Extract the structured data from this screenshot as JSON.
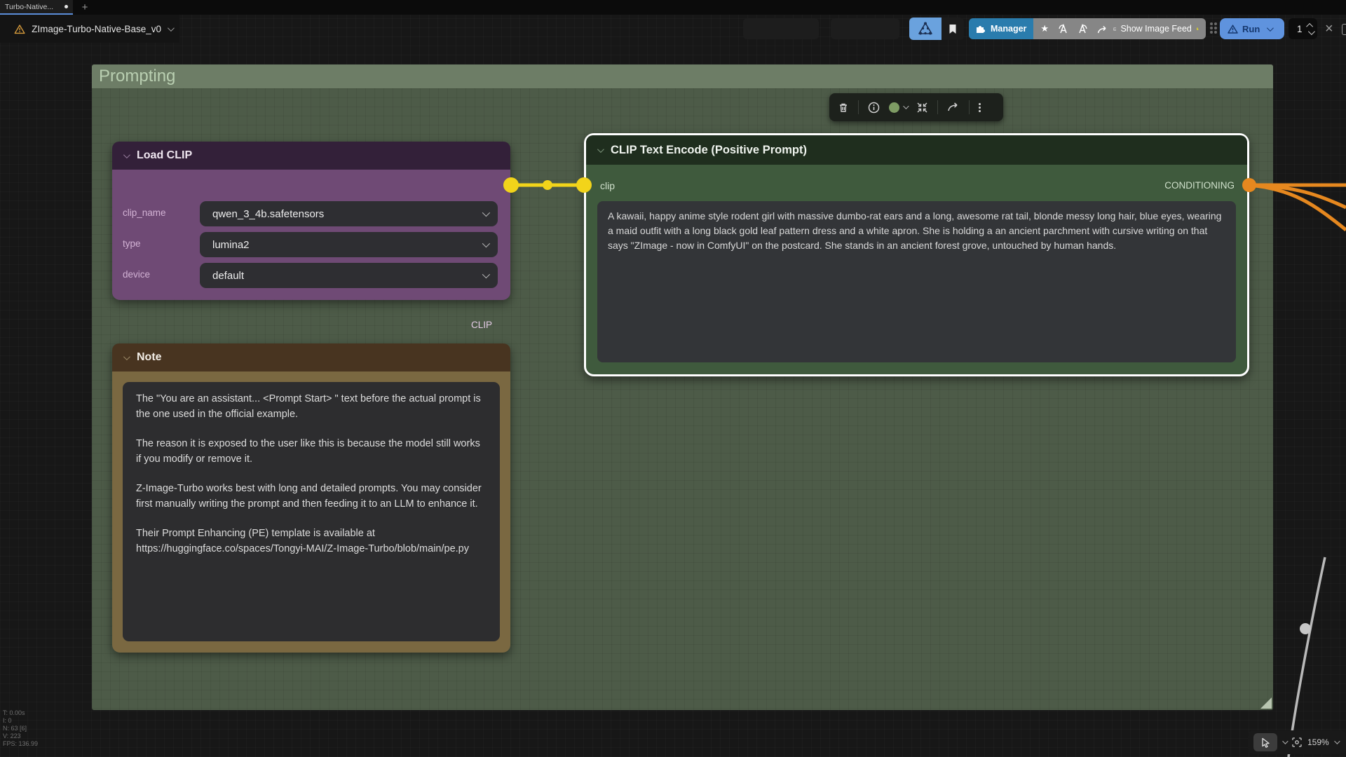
{
  "tab_bar": {
    "tab_title": "Turbo-Native...",
    "new_tab_label": "+"
  },
  "workflow_menu": {
    "title": "ZImage-Turbo-Native-Base_v0"
  },
  "toolbar": {
    "manager_label": "Manager",
    "show_image_feed_label": "Show Image Feed",
    "run_label": "Run",
    "batch_count": "1"
  },
  "group": {
    "title": "Prompting"
  },
  "nodes": {
    "load_clip": {
      "title": "Load CLIP",
      "output_label": "CLIP",
      "widgets": [
        {
          "label": "clip_name",
          "value": "qwen_3_4b.safetensors"
        },
        {
          "label": "type",
          "value": "lumina2"
        },
        {
          "label": "device",
          "value": "default"
        }
      ]
    },
    "clip_text_encode": {
      "title": "CLIP Text Encode (Positive Prompt)",
      "input_label": "clip",
      "output_label": "CONDITIONING",
      "prompt_text": "A kawaii, happy anime style rodent girl with massive dumbo-rat ears and a long, awesome rat tail, blonde messy long hair, blue eyes, wearing a maid outfit with a long black gold leaf pattern dress and a white apron. She is holding a an ancient parchment with cursive writing on that says \"ZImage - now in ComfyUI\" on the postcard. She stands in an ancient forest grove, untouched by human hands."
    },
    "note": {
      "title": "Note",
      "paragraphs": [
        "The \"You are an assistant... <Prompt Start> \" text before the actual prompt is the one used in the official example.",
        "The reason it is exposed to the user like this is because the model still works if you modify or remove it.",
        "Z-Image-Turbo works best with long and detailed prompts. You may consider first manually writing the prompt and then feeding it to an LLM to enhance it.",
        "Their Prompt Enhancing (PE) template is available at https://huggingface.co/spaces/Tongyi-MAI/Z-Image-Turbo/blob/main/pe.py"
      ]
    }
  },
  "status": {
    "line1": "T: 0.00s",
    "line2": "I: 0",
    "line3": "N: 63 [6]",
    "line4": "V: 223",
    "line5": "FPS: 136.99"
  },
  "zoom_control": {
    "zoom_level": "159%"
  },
  "colors": {
    "run_blue": "#5f93de",
    "manager_blue": "#2a7cad",
    "gray_button": "#868686",
    "link_yellow": "#f2d41a",
    "link_orange": "#e6881f",
    "group_green": "#4d5b48",
    "node_purple": "#6f4a75",
    "node_green": "#3f5a3d",
    "note_tan": "#7a6841"
  }
}
